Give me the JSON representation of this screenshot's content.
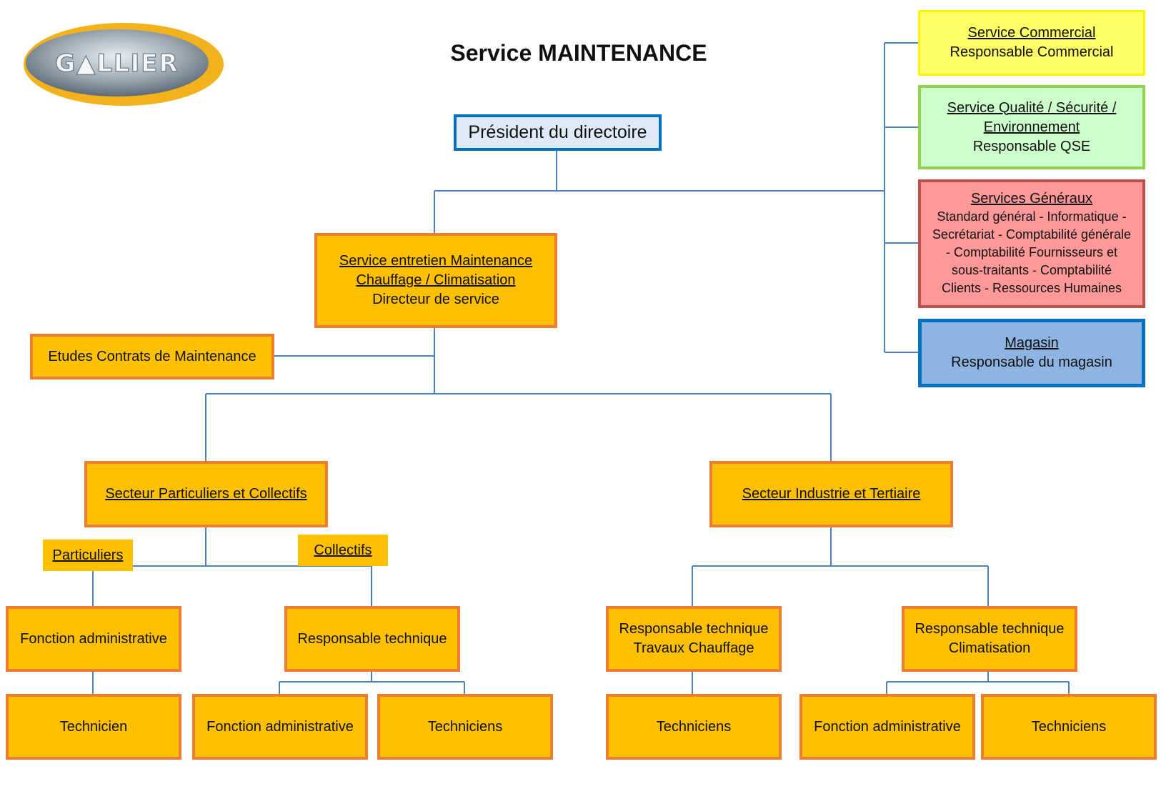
{
  "title": "Service MAINTENANCE",
  "logo": {
    "text": "G▲LLIER"
  },
  "president": "Président du directoire",
  "maintenance": {
    "line1": "Service entretien Maintenance",
    "line2": "Chauffage / Climatisation",
    "role": "Directeur de service"
  },
  "etudes": "Etudes Contrats de Maintenance",
  "secteur_particuliers": "Secteur Particuliers et Collectifs",
  "secteur_industrie": "Secteur Industrie et Tertiaire",
  "tag_particuliers": "Particuliers",
  "tag_collectifs": "Collectifs",
  "left_admin": "Fonction administrative",
  "left_tech": "Technicien",
  "resp_tech": "Responsable technique",
  "mid_admin": "Fonction administrative",
  "mid_tech": "Techniciens",
  "resp_chauffage": {
    "line1": "Responsable technique",
    "line2": "Travaux Chauffage"
  },
  "chauffage_tech": "Techniciens",
  "resp_clim": {
    "line1": "Responsable technique",
    "line2": "Climatisation"
  },
  "clim_admin": "Fonction administrative",
  "clim_tech": "Techniciens",
  "side": {
    "commercial": {
      "name": "Service Commercial",
      "role": "Responsable Commercial"
    },
    "qse": {
      "name1": "Service Qualité / Sécurité /",
      "name2": "Environnement",
      "role": "Responsable QSE"
    },
    "generaux": {
      "name": "Services Généraux",
      "lines": [
        "Standard général - Informatique -",
        "Secrétariat  - Comptabilité générale",
        "- Comptabilité Fournisseurs et",
        "sous-traitants  - Comptabilité",
        "Clients - Ressources Humaines"
      ]
    },
    "magasin": {
      "name": "Magasin",
      "role": "Responsable du magasin"
    }
  },
  "colors": {
    "box_fill": "#FFC000",
    "box_border": "#ED7D31",
    "connector": "#4F81BD",
    "commercial": "#FFFF66",
    "qse": "#CCFFCC",
    "generaux": "#FF9999",
    "magasin": "#8DB4E2",
    "president": "#DEEBF7"
  }
}
